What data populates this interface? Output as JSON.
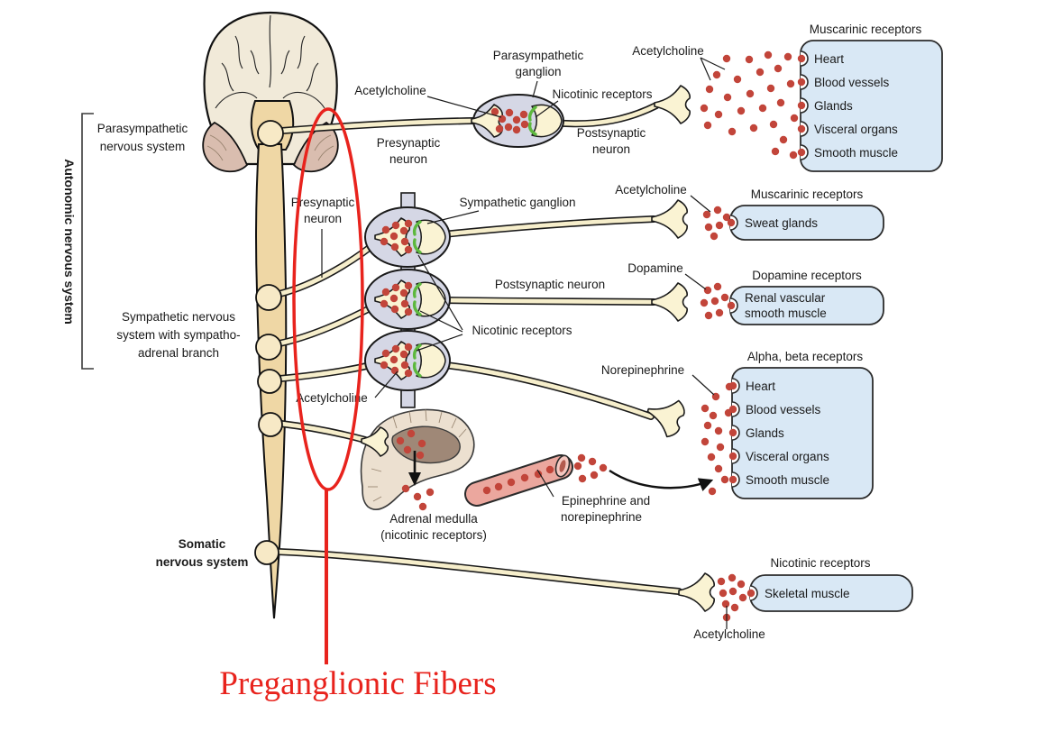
{
  "figure": {
    "highlight_caption": "Preganglionic Fibers"
  },
  "left_column": {
    "autonomic": "Autonomic nervous system",
    "parasympathetic": [
      "Parasympathetic",
      "nervous system"
    ],
    "sympathetic": [
      "Sympathetic nervous",
      "system with sympatho-",
      "adrenal branch"
    ],
    "somatic": [
      "Somatic",
      "nervous system"
    ]
  },
  "labels": {
    "ach_parasympathetic": "Acetylcholine",
    "parasympathetic_ganglion": [
      "Parasympathetic",
      "ganglion"
    ],
    "nicotinic_parasympathetic": "Nicotinic receptors",
    "presynaptic_top": [
      "Presynaptic",
      "neuron"
    ],
    "postsynaptic_top": [
      "Postsynaptic",
      "neuron"
    ],
    "ach_effector_top": "Acetylcholine",
    "presynaptic_spinal": [
      "Presynaptic",
      "neuron"
    ],
    "sympathetic_ganglion": "Sympathetic ganglion",
    "postsynaptic_sympathetic": "Postsynaptic neuron",
    "nicotinic_sympathetic": "Nicotinic receptors",
    "ach_chain": "Acetylcholine",
    "ach_sweat": "Acetylcholine",
    "dopamine": "Dopamine",
    "norepinephrine": "Norepinephrine",
    "adrenal_medulla": [
      "Adrenal medulla",
      "(nicotinic receptors)"
    ],
    "epi_norepi": [
      "Epinephrine and",
      "norepinephrine"
    ],
    "ach_skeletal": "Acetylcholine"
  },
  "receptor_panels": [
    {
      "header": "Muscarinic receptors",
      "items": [
        "Heart",
        "Blood vessels",
        "Glands",
        "Visceral organs",
        "Smooth muscle"
      ]
    },
    {
      "header": "Muscarinic receptors",
      "items": [
        "Sweat glands"
      ]
    },
    {
      "header": "Dopamine receptors",
      "items": [
        "Renal vascular smooth muscle"
      ],
      "item_lines": [
        "Renal vascular",
        "smooth muscle"
      ]
    },
    {
      "header": "Alpha, beta receptors",
      "items": [
        "Heart",
        "Blood vessels",
        "Glands",
        "Visceral organs",
        "Smooth muscle"
      ]
    },
    {
      "header": "Nicotinic receptors",
      "items": [
        "Skeletal muscle"
      ]
    }
  ],
  "colors": {
    "highlight_red": "#e8231d",
    "neurotransmitter_dot": "#c2453a",
    "receptor_panel_fill": "#d9e8f5",
    "ganglion_fill": "#d5d7e5",
    "axon_fill": "#f6eecb",
    "cns_tan": "#efd7a5",
    "nicotinic_green": "#5db83e",
    "vessel_pink": "#eba79e"
  }
}
